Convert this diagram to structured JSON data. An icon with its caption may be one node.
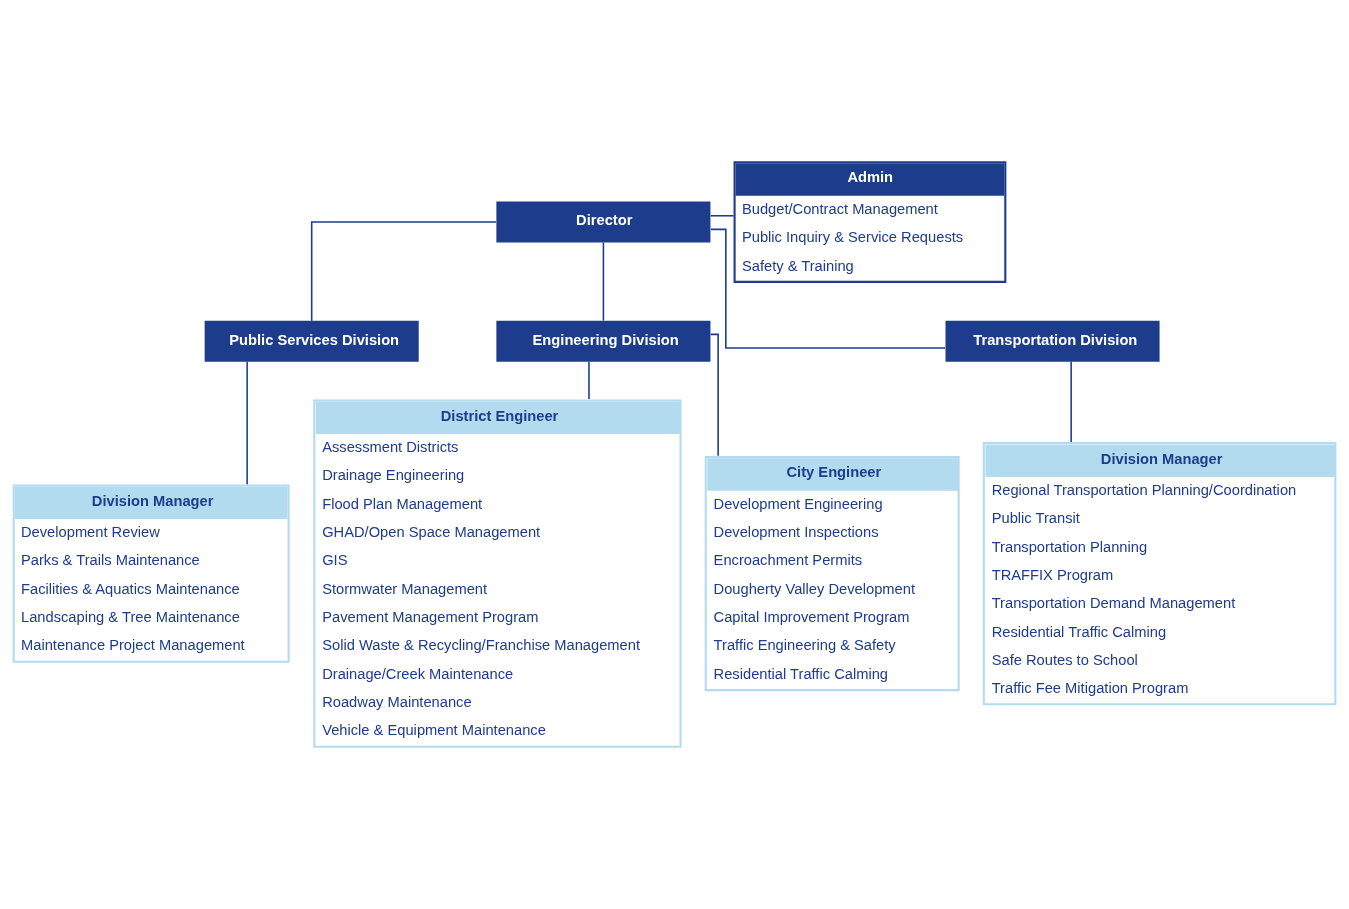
{
  "diagram": {
    "nodes": [
      {
        "text": [
          "Director"
        ]
      },
      {
        "text": [
          "Admin",
          "Budget/Contract Management",
          "Public Inquiry & Service Requests",
          "Safety & Training"
        ]
      },
      {
        "text": [
          "Public Services Division"
        ]
      },
      {
        "text": [
          "Engineering Division"
        ]
      },
      {
        "text": [
          "Transportation Division"
        ]
      },
      {
        "text": [
          "Division Manager",
          "Development Review",
          "Parks & Trails Maintenance",
          "Facilities & Aquatics Maintenance",
          "Landscaping & Tree Maintenance",
          "Maintenance Project Management"
        ]
      },
      {
        "text": [
          "District Engineer",
          "Assessment Districts",
          "Drainage Engineering",
          "Flood Plan Management",
          "GHAD/Open Space Management",
          "GIS",
          "Stormwater Management",
          "Pavement Management Program",
          "Solid Waste & Recycling/Franchise Management",
          "Drainage/Creek Maintenance",
          "Roadway Maintenance",
          "Vehicle & Equipment Maintenance"
        ]
      },
      {
        "text": [
          "City Engineer",
          "Development Engineering",
          "Development Inspections",
          "Encroachment Permits",
          "Dougherty Valley Development",
          "Capital Improvement Program",
          "Traffic Engineering & Safety",
          "Residential Traffic Calming"
        ]
      },
      {
        "text": [
          "Division Manager",
          "Regional Transportation Planning/Coordination",
          "Public Transit",
          "Transportation Planning",
          "TRAFFIX Program",
          "Transportation Demand Management",
          "Residential Traffic Calming",
          "Safe Routes to School",
          "Traffic Fee Mitigation Program"
        ]
      }
    ],
    "edges": [
      {
        "from": 0,
        "to": 1,
        "arrow": "none"
      },
      {
        "from": 0,
        "to": 2,
        "arrow": "none"
      },
      {
        "from": 0,
        "to": 3,
        "arrow": "none"
      },
      {
        "from": 0,
        "to": 4,
        "arrow": "none"
      },
      {
        "from": 2,
        "to": 5,
        "arrow": "none"
      },
      {
        "from": 3,
        "to": 6,
        "arrow": "none"
      },
      {
        "from": 3,
        "to": 7,
        "arrow": "none"
      },
      {
        "from": 4,
        "to": 8,
        "arrow": "none"
      }
    ]
  }
}
